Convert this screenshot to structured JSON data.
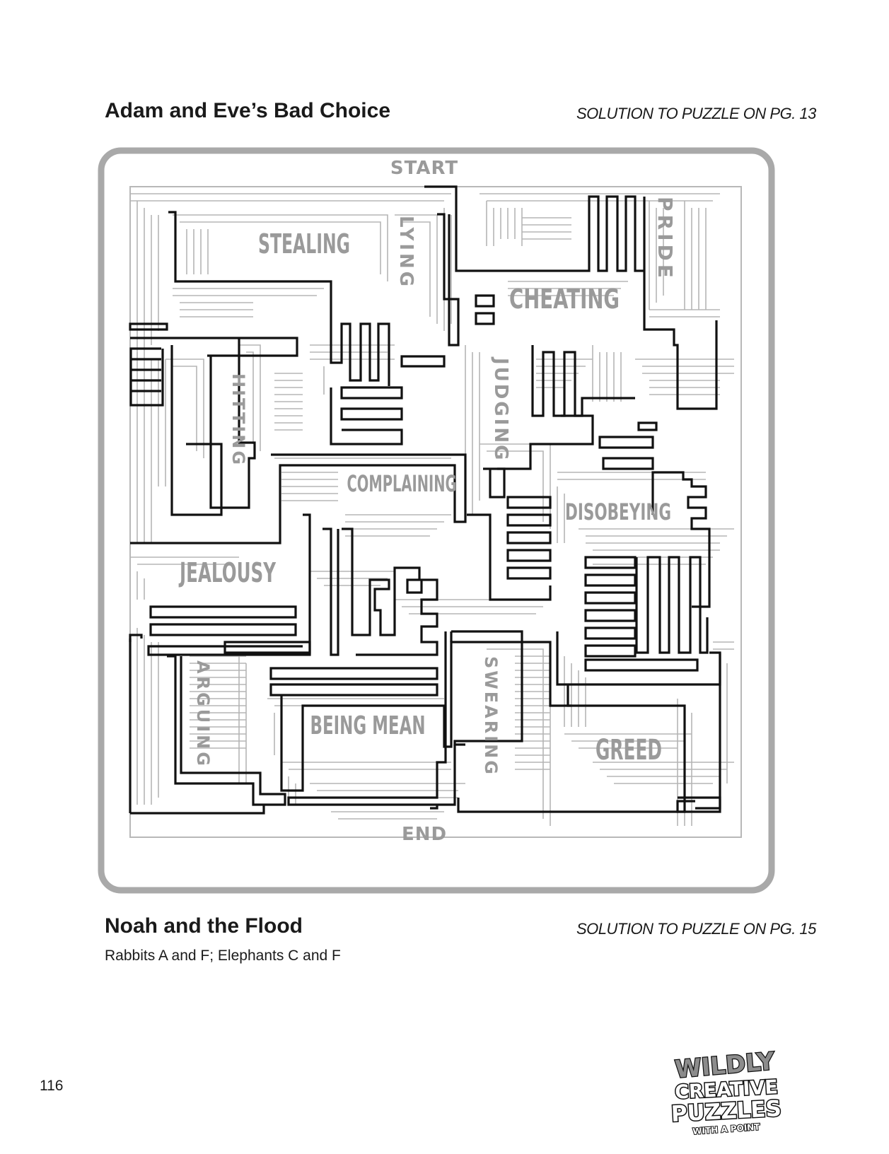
{
  "puzzle1": {
    "title": "Adam and Eve’s Bad Choice",
    "solution_ref": "SOLUTION TO PUZZLE ON PG. 13",
    "maze": {
      "start_label": "START",
      "end_label": "END",
      "sins": [
        "STEALING",
        "LYING",
        "CHEATING",
        "PRIDE",
        "HITTING",
        "JUDGING",
        "COMPLAINING",
        "DISOBEYING",
        "JEALOUSY",
        "ARGUING",
        "BEING MEAN",
        "SWEARING",
        "GREED"
      ]
    }
  },
  "puzzle2": {
    "title": "Noah and the Flood",
    "solution_ref": "SOLUTION TO PUZZLE ON PG. 15",
    "answer": "Rabbits A and F; Elephants C and F"
  },
  "page_number": "116",
  "logo": {
    "line1": "WILDLY",
    "line2": "CREATIVE",
    "line3": "PUZZLES",
    "line4": "WITH A POINT"
  },
  "colors": {
    "frame": "#a9a9a9",
    "maze_wall": "#b3b3b3",
    "solution_path": "#111111",
    "word": "#9a9a9a"
  }
}
